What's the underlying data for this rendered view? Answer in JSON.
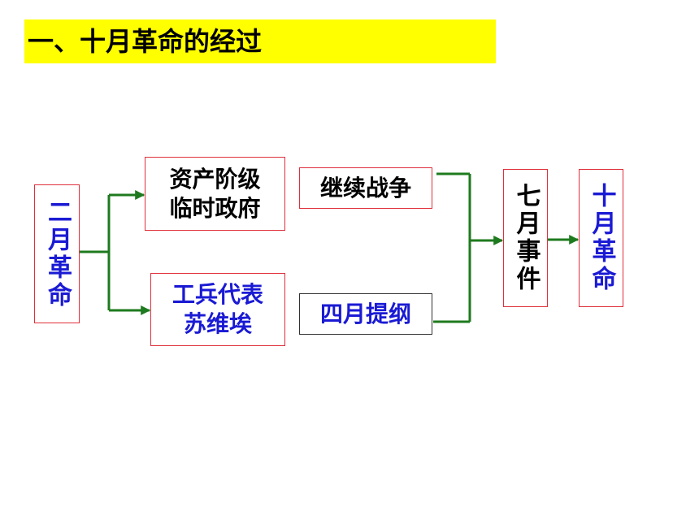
{
  "title": "一、十月革命的经过",
  "nodes": {
    "feb_revolution": "二月革命",
    "provisional_gov": "资产阶级\n临时政府",
    "soviet": "工兵代表\n苏维埃",
    "continue_war": "继续战争",
    "april_theses": "四月提纲",
    "july_events": "七月事件",
    "oct_revolution": "十月革命"
  },
  "colors": {
    "title_background": "#ffff00",
    "connector": "#1e7a1e",
    "box_border": "#e0303a",
    "blue_text": "#1a1ad4"
  }
}
